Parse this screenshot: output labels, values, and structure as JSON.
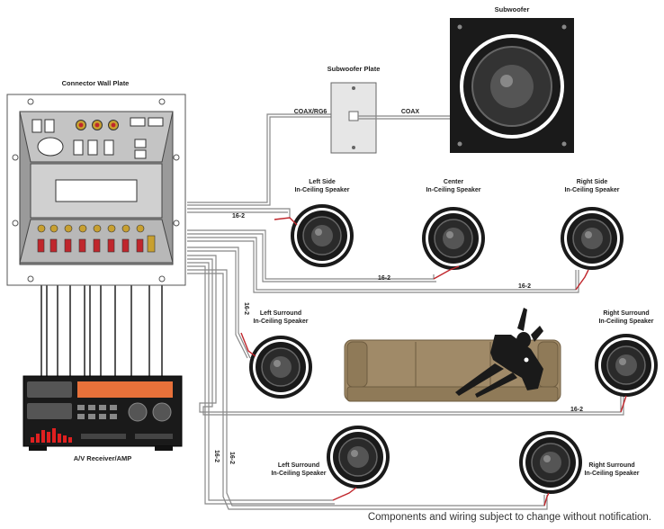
{
  "wall_plate": {
    "label": "Connector Wall Plate"
  },
  "receiver": {
    "label": "A/V Receiver/AMP"
  },
  "subwoofer_plate": {
    "label": "Subwoofer Plate"
  },
  "subwoofer": {
    "label": "Subwoofer"
  },
  "cables": {
    "coax_rg6": "COAX/RG6",
    "coax": "COAX",
    "wire_16_2": "16-2"
  },
  "speakers": {
    "left_side": {
      "line1": "Left Side",
      "line2": "In-Ceiling Speaker"
    },
    "center": {
      "line1": "Center",
      "line2": "In-Ceiling Speaker"
    },
    "right_side": {
      "line1": "Right Side",
      "line2": "In-Ceiling Speaker"
    },
    "left_surround": {
      "line1": "Left Surround",
      "line2": "In-Ceiling Speaker"
    },
    "right_surround": {
      "line1": "Right Surround",
      "line2": "In-Ceiling Speaker"
    },
    "left_surround_rear": {
      "line1": "Left Surround",
      "line2": "In-Ceiling Speaker"
    },
    "right_surround_rear": {
      "line1": "Right Surround",
      "line2": "In-Ceiling Speaker"
    }
  },
  "footer": "Components and wiring subject to change without notification.",
  "colors": {
    "wire_red": "#c0262c",
    "sofa": "#a08a68",
    "display": "#e8713a",
    "meter_red": "#e02020"
  }
}
